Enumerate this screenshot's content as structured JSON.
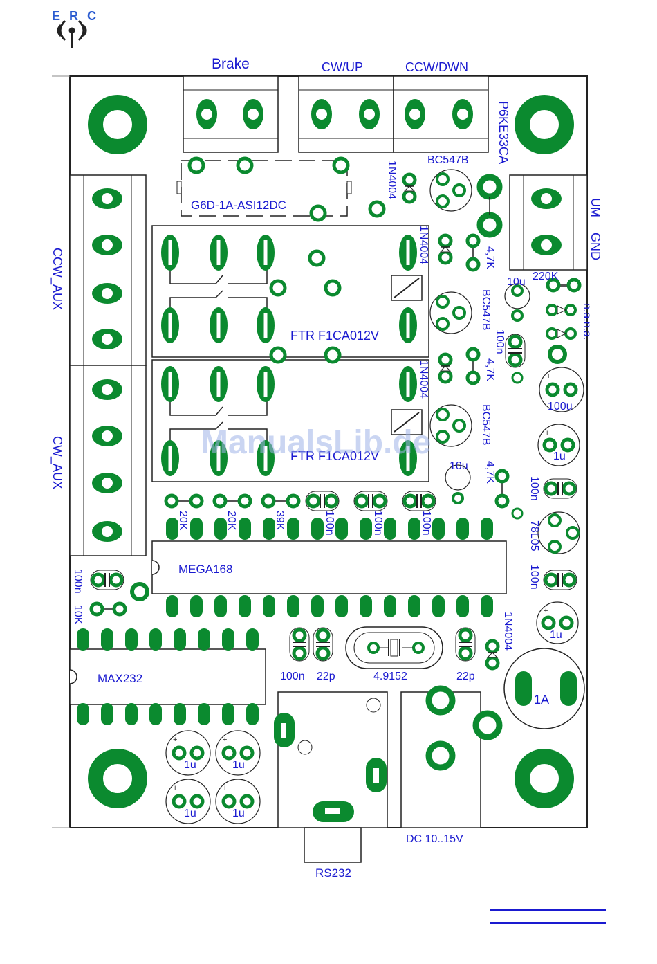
{
  "logo": {
    "letters": "E R C",
    "icon": "antenna-icon"
  },
  "colors": {
    "pad": "#0b8a2f",
    "text": "#1a1ad0",
    "outline": "#222222",
    "copper_ring": "#0b8a2f"
  },
  "connectors": {
    "brake": "Brake",
    "cw_up": "CW/UP",
    "ccw_dwn": "CCW/DWN",
    "ccw_aux": "CCW_AUX",
    "cw_aux": "CW_AUX",
    "um": "UM",
    "gnd": "GND",
    "rs232": "RS232",
    "dc": "DC 10..15V"
  },
  "components": {
    "relay_main": "G6D-1A-ASI12DC",
    "relay_1": "FTR F1CA012V",
    "relay_2": "FTR F1CA012V",
    "tvs": "P6KE33CA",
    "diode_top": "1N4004",
    "diode_r1": "1N4004",
    "diode_r2": "1N4004",
    "diode_bottom": "1N4004",
    "transistor_top": "BC547B",
    "transistor_1": "BC547B",
    "transistor_2": "BC547B",
    "res_47k_1": "4,7K",
    "res_47k_2": "4,7K",
    "res_47k_3": "4,7K",
    "res_220k": "220K",
    "cap_10u_1": "10u",
    "cap_10u_2": "10u",
    "cap_100n_1": "100n",
    "cap_100n_2": "100n",
    "cap_100n_3": "100n",
    "cap_100n_4": "100n",
    "cap_100n_5": "100n",
    "cap_100n_6": "100n",
    "cap_100n_7": "100n",
    "cap_100n_8": "100n",
    "cap_100u": "100u",
    "cap_1u_r1": "1u",
    "cap_1u_r2": "1u",
    "cap_1u_a": "1u",
    "cap_1u_b": "1u",
    "cap_1u_c": "1u",
    "cap_1u_d": "1u",
    "nana": "n.a.n.a.",
    "reg": "78L05",
    "res_20k_1": "20K",
    "res_20k_2": "20K",
    "res_39k": "39K",
    "mcu": "MEGA168",
    "res_10k": "10K",
    "max232": "MAX232",
    "cap_22p_1": "22p",
    "cap_22p_2": "22p",
    "crystal": "4.9152",
    "fuse": "1A"
  },
  "watermark": "ManualsLib.de"
}
